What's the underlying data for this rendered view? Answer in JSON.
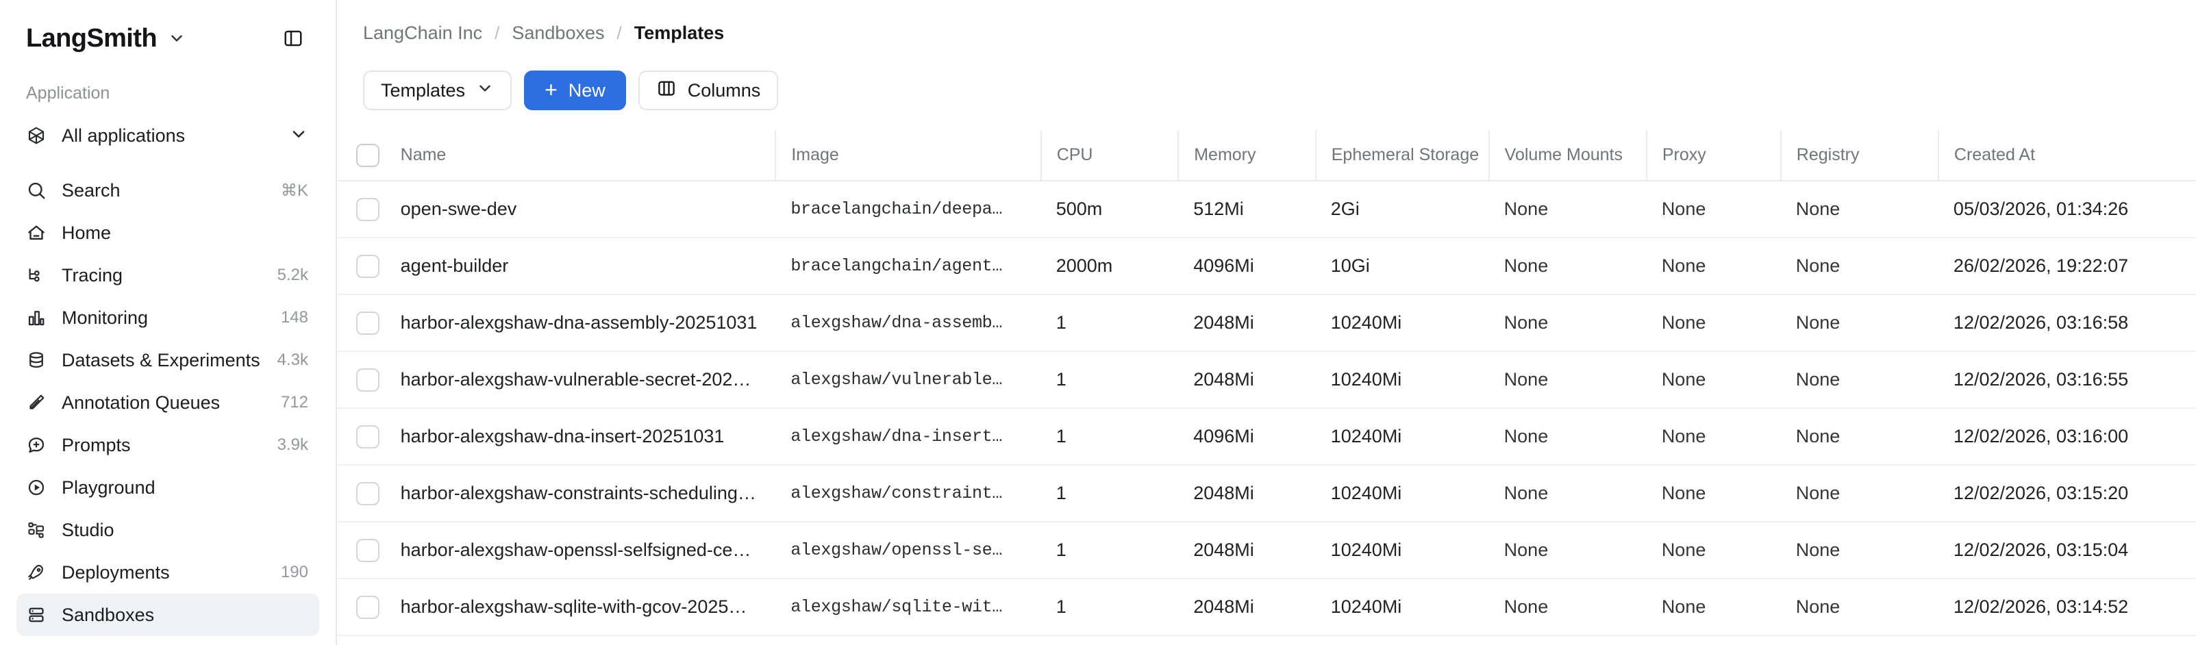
{
  "sidebar": {
    "brand": "LangSmith",
    "section_label": "Application",
    "app_selector": {
      "label": "All applications",
      "icon": "cube-icon"
    },
    "items": [
      {
        "label": "Search",
        "icon": "search-icon",
        "badge": "⌘K",
        "active": false
      },
      {
        "label": "Home",
        "icon": "home-icon",
        "badge": "",
        "active": false
      },
      {
        "label": "Tracing",
        "icon": "tracing-icon",
        "badge": "5.2k",
        "active": false
      },
      {
        "label": "Monitoring",
        "icon": "monitoring-icon",
        "badge": "148",
        "active": false
      },
      {
        "label": "Datasets & Experiments",
        "icon": "database-icon",
        "badge": "4.3k",
        "active": false
      },
      {
        "label": "Annotation Queues",
        "icon": "pencil-icon",
        "badge": "712",
        "active": false
      },
      {
        "label": "Prompts",
        "icon": "prompt-icon",
        "badge": "3.9k",
        "active": false
      },
      {
        "label": "Playground",
        "icon": "play-circle-icon",
        "badge": "",
        "active": false
      },
      {
        "label": "Studio",
        "icon": "studio-icon",
        "badge": "",
        "active": false
      },
      {
        "label": "Deployments",
        "icon": "rocket-icon",
        "badge": "190",
        "active": false
      },
      {
        "label": "Sandboxes",
        "icon": "server-icon",
        "badge": "",
        "active": true
      }
    ]
  },
  "breadcrumb": {
    "items": [
      "LangChain Inc",
      "Sandboxes",
      "Templates"
    ],
    "separator": "/"
  },
  "toolbar": {
    "filter_label": "Templates",
    "new_label": "New",
    "new_icon": "plus-icon",
    "columns_label": "Columns",
    "columns_icon": "columns-icon",
    "accent_color": "#2d6fe0"
  },
  "table": {
    "columns": [
      "Name",
      "Image",
      "CPU",
      "Memory",
      "Ephemeral Storage",
      "Volume Mounts",
      "Proxy",
      "Registry",
      "Created At"
    ],
    "rows": [
      {
        "name": "open-swe-dev",
        "image": "bracelangchain/deepa…",
        "cpu": "500m",
        "memory": "512Mi",
        "ephemeral_storage": "2Gi",
        "volume_mounts": "None",
        "proxy": "None",
        "registry": "None",
        "created_at": "05/03/2026, 01:34:26"
      },
      {
        "name": "agent-builder",
        "image": "bracelangchain/agent…",
        "cpu": "2000m",
        "memory": "4096Mi",
        "ephemeral_storage": "10Gi",
        "volume_mounts": "None",
        "proxy": "None",
        "registry": "None",
        "created_at": "26/02/2026, 19:22:07"
      },
      {
        "name": "harbor-alexgshaw-dna-assembly-20251031",
        "image": "alexgshaw/dna-assemb…",
        "cpu": "1",
        "memory": "2048Mi",
        "ephemeral_storage": "10240Mi",
        "volume_mounts": "None",
        "proxy": "None",
        "registry": "None",
        "created_at": "12/02/2026, 03:16:58"
      },
      {
        "name": "harbor-alexgshaw-vulnerable-secret-202…",
        "image": "alexgshaw/vulnerable…",
        "cpu": "1",
        "memory": "2048Mi",
        "ephemeral_storage": "10240Mi",
        "volume_mounts": "None",
        "proxy": "None",
        "registry": "None",
        "created_at": "12/02/2026, 03:16:55"
      },
      {
        "name": "harbor-alexgshaw-dna-insert-20251031",
        "image": "alexgshaw/dna-insert…",
        "cpu": "1",
        "memory": "4096Mi",
        "ephemeral_storage": "10240Mi",
        "volume_mounts": "None",
        "proxy": "None",
        "registry": "None",
        "created_at": "12/02/2026, 03:16:00"
      },
      {
        "name": "harbor-alexgshaw-constraints-scheduling…",
        "image": "alexgshaw/constraint…",
        "cpu": "1",
        "memory": "2048Mi",
        "ephemeral_storage": "10240Mi",
        "volume_mounts": "None",
        "proxy": "None",
        "registry": "None",
        "created_at": "12/02/2026, 03:15:20"
      },
      {
        "name": "harbor-alexgshaw-openssl-selfsigned-ce…",
        "image": "alexgshaw/openssl-se…",
        "cpu": "1",
        "memory": "2048Mi",
        "ephemeral_storage": "10240Mi",
        "volume_mounts": "None",
        "proxy": "None",
        "registry": "None",
        "created_at": "12/02/2026, 03:15:04"
      },
      {
        "name": "harbor-alexgshaw-sqlite-with-gcov-2025…",
        "image": "alexgshaw/sqlite-wit…",
        "cpu": "1",
        "memory": "2048Mi",
        "ephemeral_storage": "10240Mi",
        "volume_mounts": "None",
        "proxy": "None",
        "registry": "None",
        "created_at": "12/02/2026, 03:14:52"
      }
    ]
  }
}
